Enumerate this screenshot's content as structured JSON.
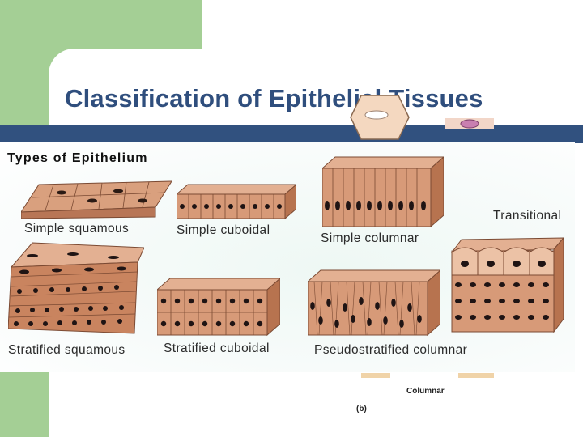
{
  "slide": {
    "title": "Classification of Epithelial Tissues"
  },
  "figure": {
    "heading": "Types of Epithelium",
    "tissues": [
      {
        "id": "simple-squamous",
        "label": "Simple squamous"
      },
      {
        "id": "simple-cuboidal",
        "label": "Simple cuboidal"
      },
      {
        "id": "simple-columnar",
        "label": "Simple columnar"
      },
      {
        "id": "transitional",
        "label": "Transitional"
      },
      {
        "id": "stratified-squamous",
        "label": "Stratified squamous"
      },
      {
        "id": "stratified-cuboidal",
        "label": "Stratified cuboidal"
      },
      {
        "id": "pseudostratified-columnar",
        "label": "Pseudostratified columnar"
      }
    ]
  },
  "underlying_figure": {
    "caption": "Columnar",
    "panel_label": "(b)"
  },
  "colors": {
    "green": "#a4cf95",
    "title": "#2f4e7d",
    "bar": "#31517f",
    "cell": "#d79a78",
    "cell_dark": "#b7734f",
    "nucleus": "#1f1414"
  }
}
